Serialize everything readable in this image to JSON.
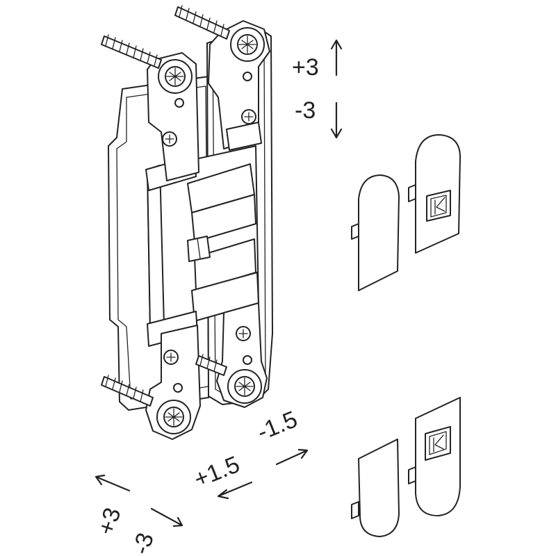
{
  "labels": {
    "vertical_up": "+3",
    "vertical_down": "-3",
    "lateral_plus": "+1.5",
    "lateral_minus": "-1.5",
    "depth_plus": "+3",
    "depth_minus": "-3"
  },
  "colors": {
    "line": "#222222",
    "background": "#ffffff"
  },
  "icons": [
    "screw-icon",
    "logo-k-icon",
    "arrow-up-icon",
    "arrow-down-icon",
    "arrow-diagonal-icon"
  ]
}
